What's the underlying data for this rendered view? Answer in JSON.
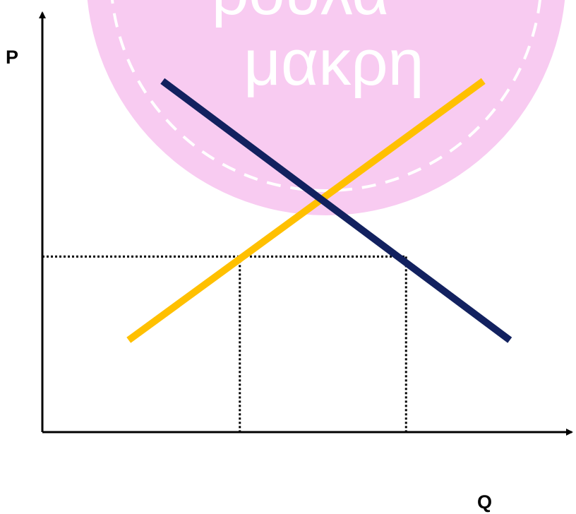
{
  "colors": {
    "background": "#ffffff",
    "watermark": "#f8cbf1",
    "demand": "#12215f",
    "supply": "#ffc000",
    "axis": "#000000",
    "guide": "#000000"
  },
  "watermark": {
    "line1": "ρουλα",
    "line2": "μακρη"
  },
  "chart_data": {
    "type": "line",
    "title": "",
    "xlabel": "Q",
    "ylabel": "P",
    "xlim": [
      0,
      10
    ],
    "ylim": [
      0,
      10
    ],
    "grid": false,
    "legend": "none",
    "series": [
      {
        "key": "demand",
        "points": [
          [
            2.27,
            8.4
          ],
          [
            8.83,
            2.2
          ]
        ]
      },
      {
        "key": "supply",
        "points": [
          [
            1.63,
            2.2
          ],
          [
            8.33,
            8.4
          ]
        ]
      }
    ],
    "price_floor": {
      "price": 4.2,
      "quantity_supplied_side": 3.73,
      "quantity_demanded_side": 6.87
    }
  }
}
